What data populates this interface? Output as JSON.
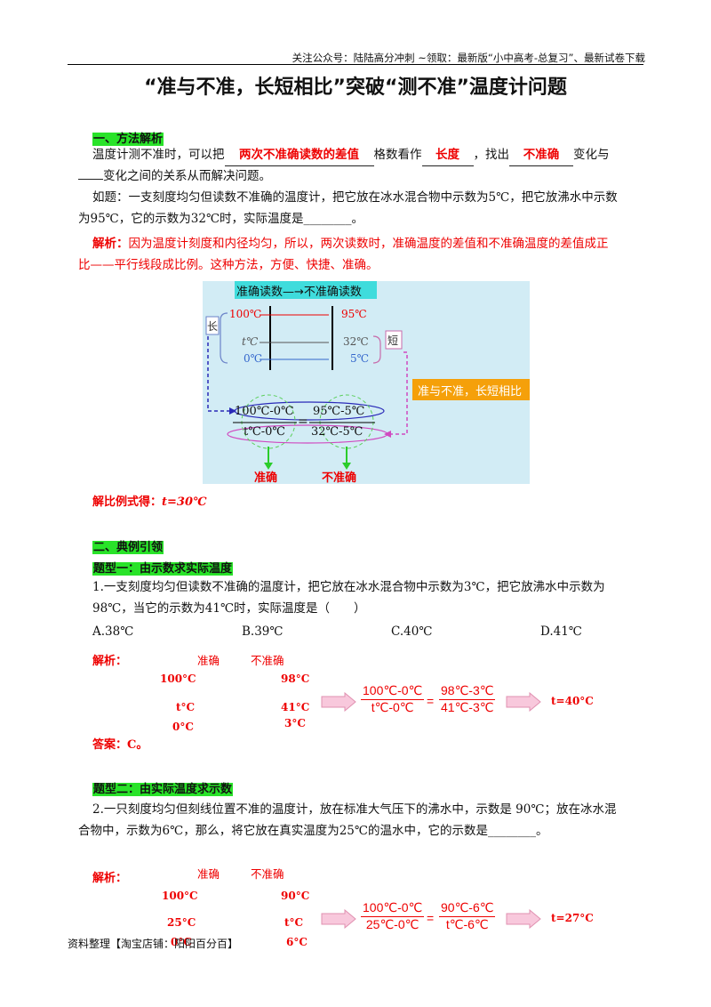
{
  "header": {
    "text": "关注公众号：陆陆高分冲刺 ~领取：最新版“小中高考-总复习”、最新试卷下载"
  },
  "title": "“准与不准，长短相比”突破“测不准”温度计问题",
  "section1": {
    "heading": "一、方法解析",
    "line1_a": "温度计测不准时，可以把",
    "blank1": "两次不准确读数的差值",
    "line1_b": "格数看作",
    "blank2": "长度",
    "line1_c": "，找出",
    "blank3": "不准确",
    "line1_d": "变化与",
    "blank4": "",
    "line2": "变化之间的关系从而解决问题。",
    "example_line1": "如题：一支刻度均匀但读数不准确的温度计，把它放在冰水混合物中示数为5℃，把它放沸水中示数",
    "example_line2": "为95℃，它的示数为32℃时，实际温度是________。",
    "analysis_label": "解析：",
    "analysis_line1": "因为温度计刻度和内径均匀，所以，两次读数时，准确温度的差值和不准确温度的差值成正",
    "analysis_line2": "比——平行线段成比例。这种方法，方便、快捷、准确。",
    "result_label": "解比例式得：",
    "result_value": "t=30℃"
  },
  "diagram": {
    "top_label": "准确读数—→不准确读数",
    "long_label": "长",
    "short_label": "短",
    "left_vals": [
      "100℃",
      "t℃",
      "0℃"
    ],
    "right_vals": [
      "95℃",
      "32℃",
      "5℃"
    ],
    "callout": "准与不准，长短相比",
    "frac_left_num": "100℃-0℃",
    "frac_left_den": "t℃-0℃",
    "frac_right_num": "95℃-5℃",
    "frac_right_den": "32℃-5℃",
    "eq": "=",
    "bottom_left": "准确",
    "bottom_right": "不准确"
  },
  "section2": {
    "heading": "二、典例引领",
    "type1": {
      "heading": "题型一：由示数求实际温度",
      "q_line1": "1.一支刻度均匀但读数不准确的温度计，把它放在冰水混合物中示数为3℃，把它放沸水中示数为",
      "q_line2": "98℃，当它的示数为41℃时，实际温度是（　　）",
      "options": [
        "A.38℃",
        "B.39℃",
        "C.40℃",
        "D.41℃"
      ],
      "analysis_label": "解析：",
      "col_accurate": "准确",
      "col_inaccurate": "不准确",
      "accurate_vals": [
        "100°C",
        "t°C",
        "0°C"
      ],
      "inaccurate_vals": [
        "98°C",
        "41°C",
        "3°C"
      ],
      "frac_left_num": "100℃-0℃",
      "frac_left_den": "t℃-0℃",
      "frac_right_num": "98℃-3℃",
      "frac_right_den": "41℃-3℃",
      "eq": "=",
      "result": "t=40°C",
      "answer_label": "答案：",
      "answer": "C。"
    },
    "type2": {
      "heading": "题型二：由实际温度求示数",
      "q_line1": "2.一只刻度均匀但刻线位置不准的温度计，放在标准大气压下的沸水中，示数是 90℃；放在冰水混",
      "q_line2": "合物中，示数为6℃，那么，将它放在真实温度为25℃的温水中，它的示数是________。",
      "analysis_label": "解析：",
      "col_accurate": "准确",
      "col_inaccurate": "不准确",
      "accurate_vals": [
        "100°C",
        "25°C",
        "0°C"
      ],
      "inaccurate_vals": [
        "90°C",
        "t°C",
        "6°C"
      ],
      "frac_left_num": "100℃-0℃",
      "frac_left_den": "25℃-0℃",
      "frac_right_num": "90℃-6℃",
      "frac_right_den": "t℃-6℃",
      "eq": "=",
      "result": "t=27°C"
    }
  },
  "footer": "资料整理【淘宝店铺：阳阳百分百】",
  "colors": {
    "red": "#e00000",
    "green_highlight": "#29e329",
    "diagram_bg": "#d2ecf5",
    "cyan_label": "#3fdcdc",
    "orange_callout": "#f5a00a",
    "pink_arrow": "#f4a6c8"
  }
}
